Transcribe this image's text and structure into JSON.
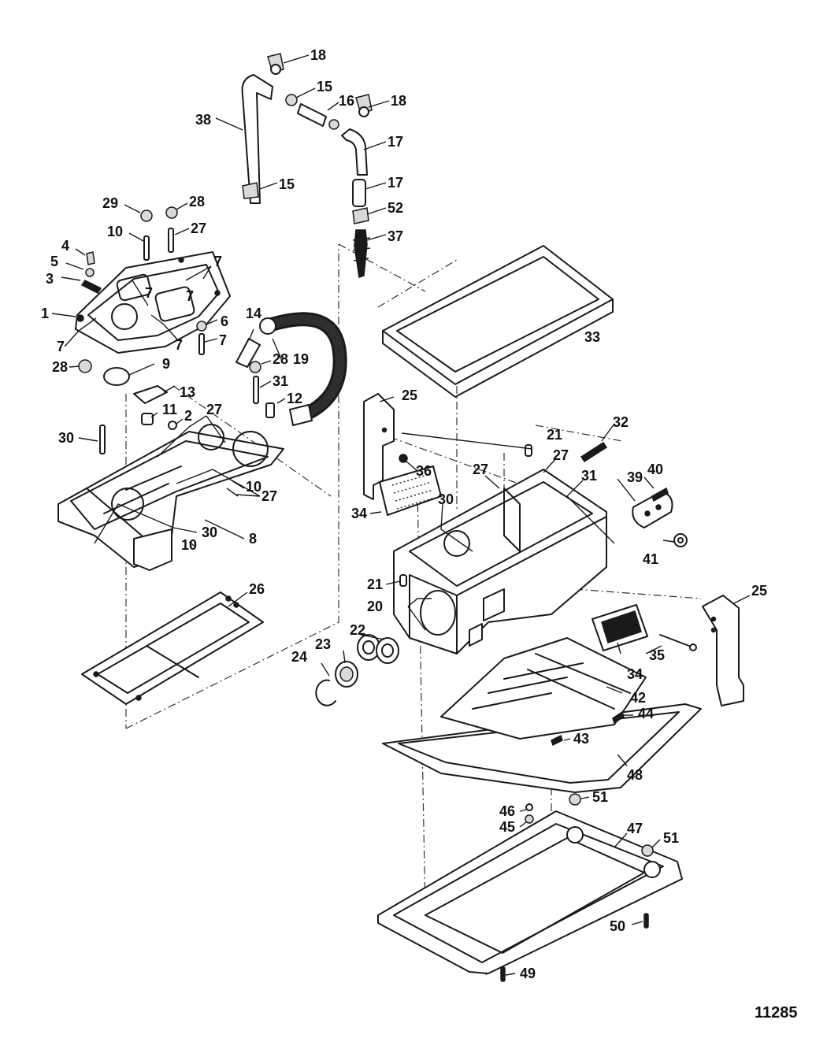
{
  "figure_number": "11285",
  "callouts": [
    {
      "id": "c18a",
      "text": "18"
    },
    {
      "id": "c38",
      "text": "38"
    },
    {
      "id": "c15a",
      "text": "15"
    },
    {
      "id": "c16",
      "text": "16"
    },
    {
      "id": "c18b",
      "text": "18"
    },
    {
      "id": "c17a",
      "text": "17"
    },
    {
      "id": "c15b",
      "text": "15"
    },
    {
      "id": "c17b",
      "text": "17"
    },
    {
      "id": "c52",
      "text": "52"
    },
    {
      "id": "c37",
      "text": "37"
    },
    {
      "id": "c29",
      "text": "29"
    },
    {
      "id": "c28a",
      "text": "28"
    },
    {
      "id": "c10a",
      "text": "10"
    },
    {
      "id": "c27a",
      "text": "27"
    },
    {
      "id": "c4",
      "text": "4"
    },
    {
      "id": "c5",
      "text": "5"
    },
    {
      "id": "c3",
      "text": "3"
    },
    {
      "id": "c7a",
      "text": "7"
    },
    {
      "id": "c7b",
      "text": "7"
    },
    {
      "id": "c7c",
      "text": "7"
    },
    {
      "id": "c1",
      "text": "1"
    },
    {
      "id": "c7d",
      "text": "7"
    },
    {
      "id": "c7e",
      "text": "7"
    },
    {
      "id": "c6",
      "text": "6"
    },
    {
      "id": "c7f",
      "text": "7"
    },
    {
      "id": "c14",
      "text": "14"
    },
    {
      "id": "c28b",
      "text": "28"
    },
    {
      "id": "c9",
      "text": "9"
    },
    {
      "id": "c28c",
      "text": "28"
    },
    {
      "id": "c19",
      "text": "19"
    },
    {
      "id": "c13",
      "text": "13"
    },
    {
      "id": "c31a",
      "text": "31"
    },
    {
      "id": "c33",
      "text": "33"
    },
    {
      "id": "c12",
      "text": "12"
    },
    {
      "id": "c11",
      "text": "11"
    },
    {
      "id": "c2",
      "text": "2"
    },
    {
      "id": "c27b",
      "text": "27"
    },
    {
      "id": "c25a",
      "text": "25"
    },
    {
      "id": "c30a",
      "text": "30"
    },
    {
      "id": "c21a",
      "text": "21"
    },
    {
      "id": "c32",
      "text": "32"
    },
    {
      "id": "c27c",
      "text": "27"
    },
    {
      "id": "c36",
      "text": "36"
    },
    {
      "id": "c27d",
      "text": "27"
    },
    {
      "id": "c31b",
      "text": "31"
    },
    {
      "id": "c40",
      "text": "40"
    },
    {
      "id": "c39",
      "text": "39"
    },
    {
      "id": "c27e",
      "text": "27"
    },
    {
      "id": "c10b",
      "text": "10"
    },
    {
      "id": "c34a",
      "text": "34"
    },
    {
      "id": "c30b",
      "text": "30"
    },
    {
      "id": "c30c",
      "text": "30"
    },
    {
      "id": "c8",
      "text": "8"
    },
    {
      "id": "c10c",
      "text": "10"
    },
    {
      "id": "c41",
      "text": "41"
    },
    {
      "id": "c21b",
      "text": "21"
    },
    {
      "id": "c26",
      "text": "26"
    },
    {
      "id": "c25b",
      "text": "25"
    },
    {
      "id": "c20",
      "text": "20"
    },
    {
      "id": "c22",
      "text": "22"
    },
    {
      "id": "c23",
      "text": "23"
    },
    {
      "id": "c24",
      "text": "24"
    },
    {
      "id": "c35",
      "text": "35"
    },
    {
      "id": "c34b",
      "text": "34"
    },
    {
      "id": "c42",
      "text": "42"
    },
    {
      "id": "c44",
      "text": "44"
    },
    {
      "id": "c43",
      "text": "43"
    },
    {
      "id": "c48",
      "text": "48"
    },
    {
      "id": "c51a",
      "text": "51"
    },
    {
      "id": "c46",
      "text": "46"
    },
    {
      "id": "c45",
      "text": "45"
    },
    {
      "id": "c47",
      "text": "47"
    },
    {
      "id": "c51b",
      "text": "51"
    },
    {
      "id": "c50",
      "text": "50"
    },
    {
      "id": "c49",
      "text": "49"
    }
  ]
}
